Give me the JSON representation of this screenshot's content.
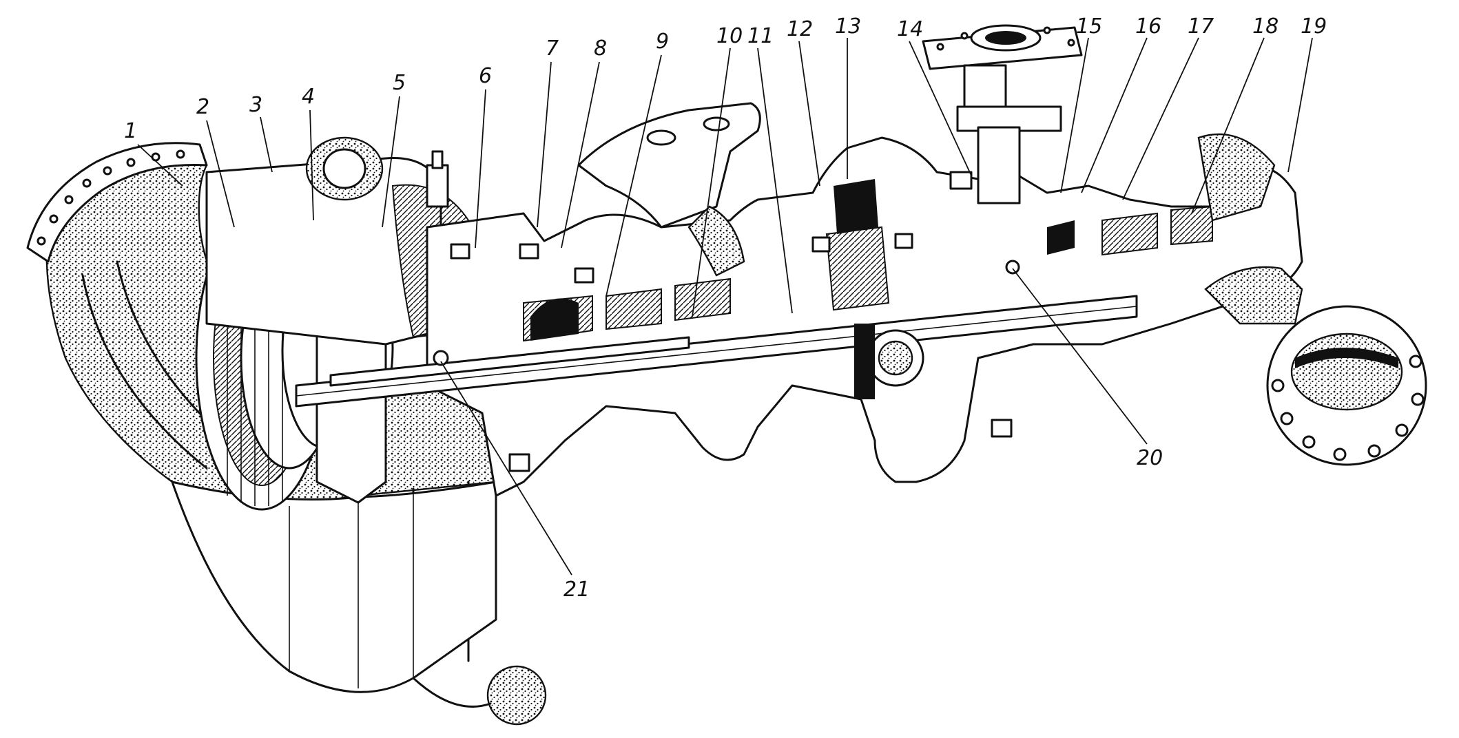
{
  "callouts": [
    {
      "id": "c1",
      "text": "1"
    },
    {
      "id": "c2",
      "text": "2"
    },
    {
      "id": "c3",
      "text": "3"
    },
    {
      "id": "c4",
      "text": "4"
    },
    {
      "id": "c5",
      "text": "5"
    },
    {
      "id": "c6",
      "text": "6"
    },
    {
      "id": "c7",
      "text": "7"
    },
    {
      "id": "c8",
      "text": "8"
    },
    {
      "id": "c9",
      "text": "9"
    },
    {
      "id": "c10",
      "text": "10"
    },
    {
      "id": "c11",
      "text": "11"
    },
    {
      "id": "c12",
      "text": "12"
    },
    {
      "id": "c13",
      "text": "13"
    },
    {
      "id": "c14",
      "text": "14"
    },
    {
      "id": "c15",
      "text": "15"
    },
    {
      "id": "c16",
      "text": "16"
    },
    {
      "id": "c17",
      "text": "17"
    },
    {
      "id": "c18",
      "text": "18"
    },
    {
      "id": "c19",
      "text": "19"
    },
    {
      "id": "c20",
      "text": "20"
    },
    {
      "id": "c21",
      "text": "21"
    }
  ],
  "colors": {
    "ink": "#111111",
    "paper": "#ffffff"
  }
}
